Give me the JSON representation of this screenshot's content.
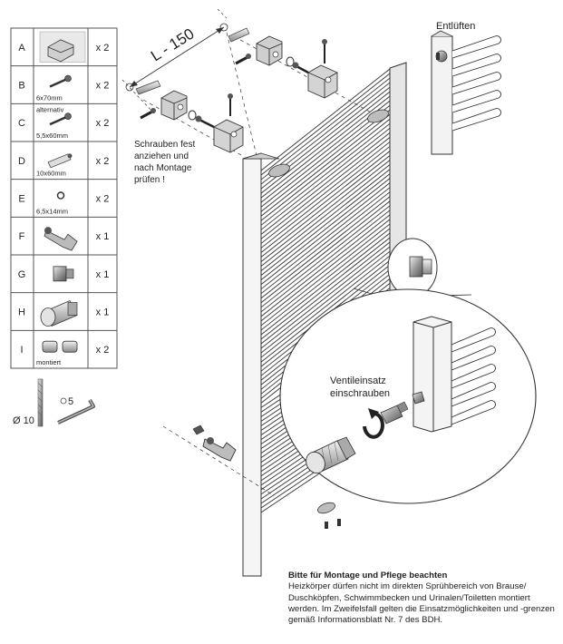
{
  "parts": [
    {
      "letter": "A",
      "qty": "x 2",
      "icon": "wall-bracket-icon",
      "sub_top": "",
      "sub_bottom": ""
    },
    {
      "letter": "B",
      "qty": "x 2",
      "icon": "screw-icon",
      "sub_top": "",
      "sub_bottom": "6x70mm"
    },
    {
      "letter": "C",
      "qty": "x 2",
      "icon": "screw-icon",
      "sub_top": "alternativ",
      "sub_bottom": "5,5x60mm"
    },
    {
      "letter": "D",
      "qty": "x 2",
      "icon": "wall-plug-icon",
      "sub_top": "",
      "sub_bottom": "10x60mm"
    },
    {
      "letter": "E",
      "qty": "x 2",
      "icon": "washer-icon",
      "sub_top": "",
      "sub_bottom": "6,5x14mm"
    },
    {
      "letter": "F",
      "qty": "x 1",
      "icon": "bottom-bracket-icon",
      "sub_top": "",
      "sub_bottom": ""
    },
    {
      "letter": "G",
      "qty": "x 1",
      "icon": "valve-insert-icon",
      "sub_top": "",
      "sub_bottom": ""
    },
    {
      "letter": "H",
      "qty": "x 1",
      "icon": "thermostat-head-icon",
      "sub_top": "",
      "sub_bottom": ""
    },
    {
      "letter": "I",
      "qty": "x 2",
      "icon": "cap-icon",
      "sub_top": "",
      "sub_bottom": "montiert"
    }
  ],
  "tools": {
    "drill": "Ø 10",
    "hex_key": "5"
  },
  "dimension_label": "L - 150",
  "instruction_screws": [
    "Schrauben fest",
    "anziehen und",
    "nach Montage",
    "prüfen !"
  ],
  "vent_label": "Entlüften",
  "valve_label": [
    "Ventileinsatz",
    "einschrauben"
  ],
  "note": {
    "heading": "Bitte für Montage und Pflege beachten",
    "body": "Heizkörper dürfen nicht im direkten Sprühbereich von Brause/ Duschköpfen, Schwimmbecken und Urinalen/Toiletten montiert werden. Im Zweifelsfall gelten die Einsatzmöglichkeiten und -grenzen gemäß Informationsblatt Nr. 7 des BDH."
  }
}
